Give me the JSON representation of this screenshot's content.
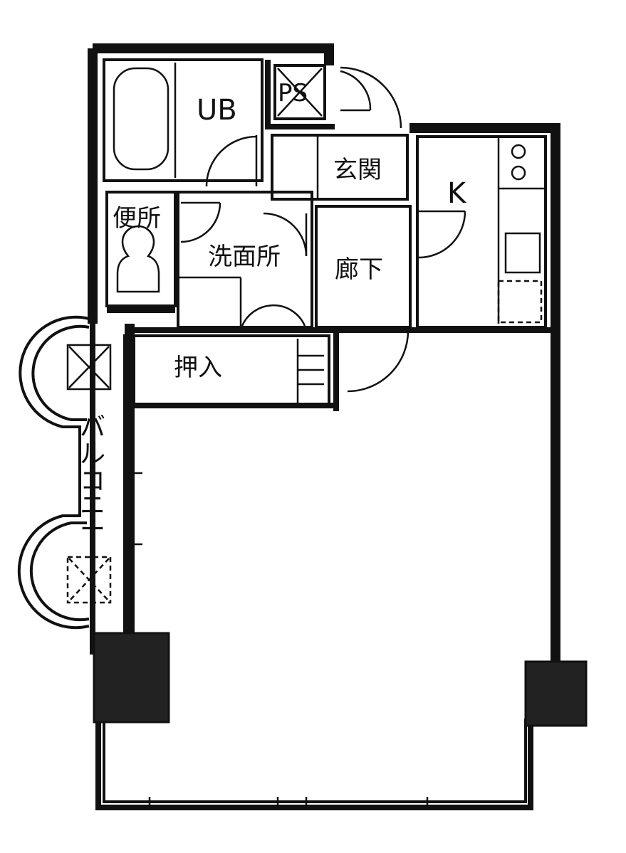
{
  "rooms": {
    "unit_bath": "UB",
    "pipe_space": "PS",
    "entrance": "玄関",
    "kitchen": "K",
    "toilet": "便所",
    "washroom": "洗面所",
    "hallway": "廊下",
    "closet": "押入",
    "balcony": [
      "バ",
      "ル",
      "コ",
      "ニ",
      "ー"
    ]
  }
}
